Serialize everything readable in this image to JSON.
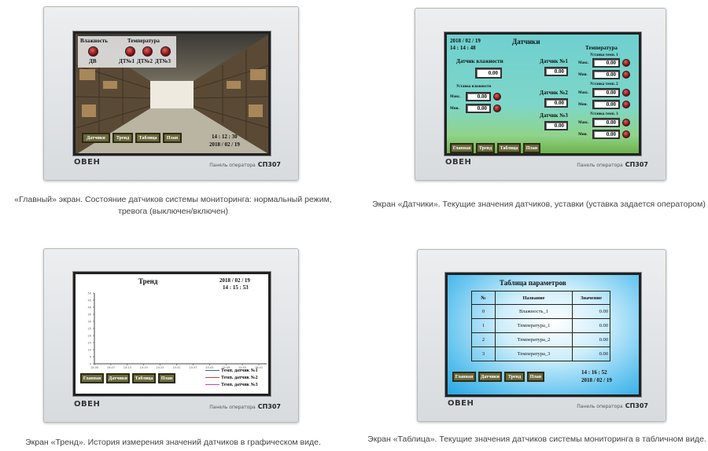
{
  "brand": "ОВЕН",
  "panel_label": "Панель оператора",
  "panel_model": "СП307",
  "nav": {
    "sensors": "Датчики",
    "trend": "Тренд",
    "table": "Таблица",
    "plan": "План",
    "main": "Главная"
  },
  "main_screen": {
    "humidity_label": "Влажность",
    "temperature_label": "Температура",
    "leds": [
      "ДВ",
      "ДТ№1",
      "ДТ№2",
      "ДТ№3"
    ],
    "time": "14 : 12 : 30",
    "date": "2018 / 02 / 19",
    "caption": "«Главный» экран. Состояние датчиков системы мониторинга: нормальный режим, тревога (выключен/включен)"
  },
  "sensors_screen": {
    "date": "2018 / 02 / 19",
    "time": "14 : 14 : 48",
    "title": "Датчики",
    "humidity_sensor": "Датчик влажности",
    "humidity_value": "0.00",
    "humidity_setpoint": "Уставка влажности",
    "max": "Макс.",
    "min": "Мин.",
    "max_value": "0.00",
    "min_value": "0.00",
    "temperature": "Температура",
    "temp_sensors": [
      {
        "label": "Датчик №1",
        "value": "0.00"
      },
      {
        "label": "Датчик №2",
        "value": "0.00"
      },
      {
        "label": "Датчик №3",
        "value": "0.00"
      }
    ],
    "temp_setpoints": [
      {
        "label": "Уставка темп. 1",
        "max": "0.00",
        "min": "0.00"
      },
      {
        "label": "Уставка темп. 2",
        "max": "0.00",
        "min": "0.00"
      },
      {
        "label": "Уставка темп. 3",
        "max": "0.00",
        "min": "0.00"
      }
    ],
    "caption": "Экран «Датчики». Текущие значения датчиков, уставки (уставка задается оператором)"
  },
  "trend_screen": {
    "title": "Тренд",
    "date": "2018 / 02 / 19",
    "time": "14 : 15 : 53",
    "y_ticks": [
      "50",
      "45",
      "40",
      "35",
      "30",
      "25",
      "20",
      "15",
      "10",
      "5",
      "0"
    ],
    "x_ticks": [
      "15:05",
      "15:07",
      "15:13",
      "15:19",
      "15:25",
      "15:31",
      "15:37",
      "15:43",
      "15:49",
      "15:55",
      "16:01"
    ],
    "legend": [
      {
        "name": "Темп. датчик №1",
        "color": "#3a5bc7"
      },
      {
        "name": "Темп. датчик №2",
        "color": "#d23b3b"
      },
      {
        "name": "Темп. датчик №3",
        "color": "#b04ac8"
      }
    ],
    "caption": "Экран «Тренд». История измерения значений датчиков в графическом виде."
  },
  "table_screen": {
    "title": "Таблица параметров",
    "headers": [
      "№",
      "Название",
      "Значение"
    ],
    "rows": [
      [
        "0",
        "Влажность_1",
        "0.00"
      ],
      [
        "1",
        "Температура_1",
        "0.00"
      ],
      [
        "2",
        "Температура_2",
        "0.00"
      ],
      [
        "3",
        "Температура_3",
        "0.00"
      ]
    ],
    "time": "14 : 16 : 52",
    "date": "2018 / 02 / 19",
    "caption": "Экран «Таблица». Текущие значения датчиков системы мониторинга в табличном виде."
  }
}
